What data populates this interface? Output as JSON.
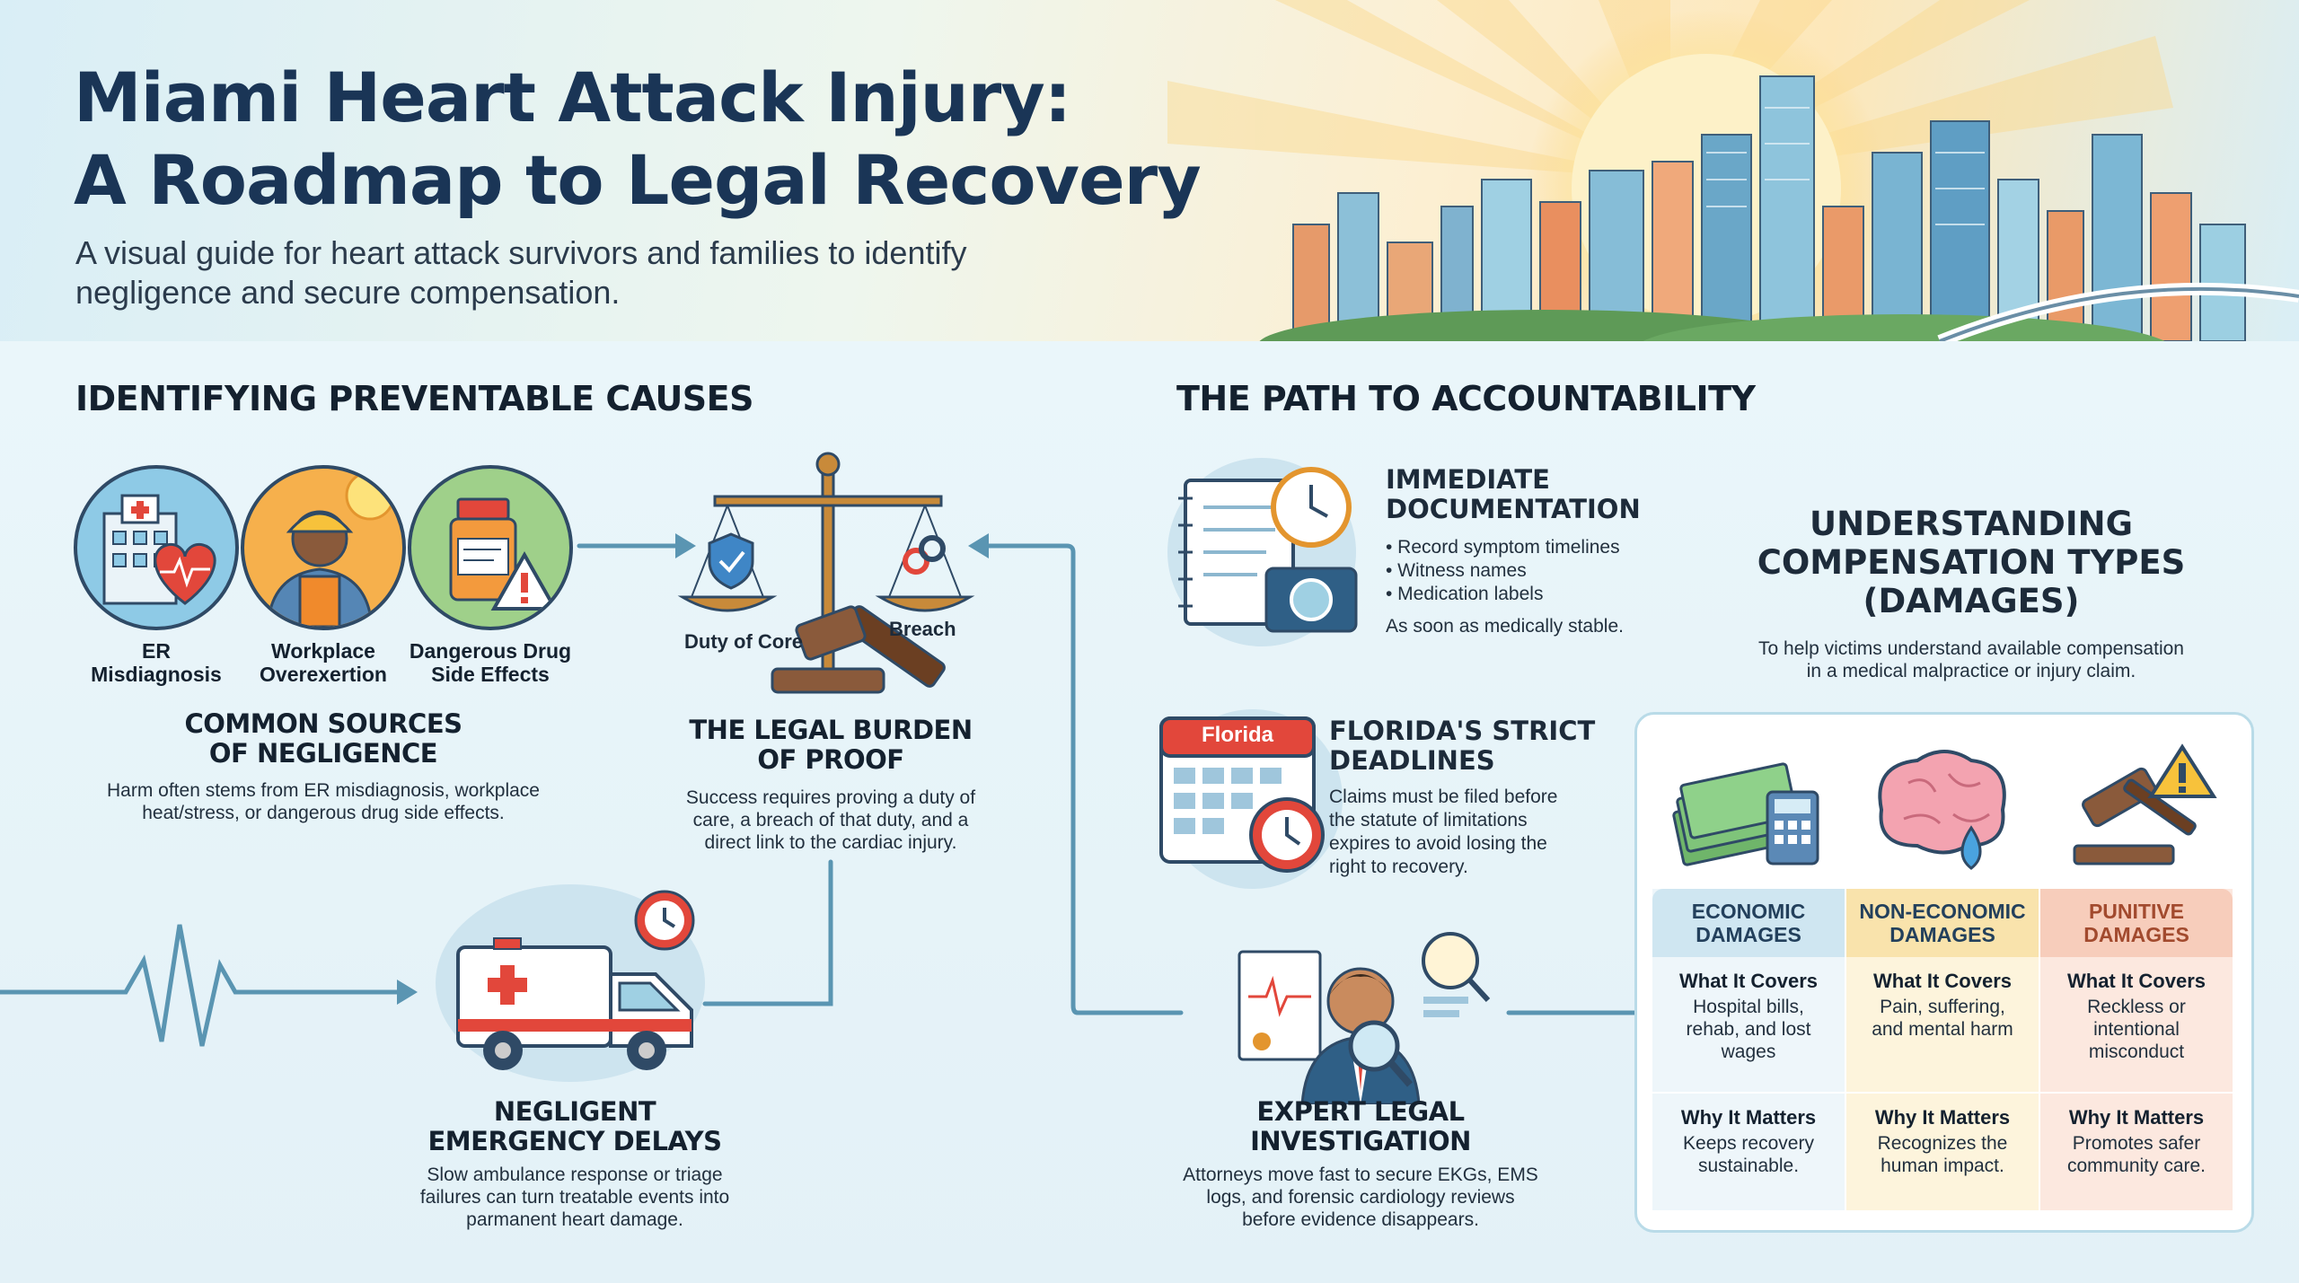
{
  "header": {
    "title_line1": "Miami Heart Attack Injury:",
    "title_line2": "A Roadmap to Legal Recovery",
    "subtitle_line1": "A visual guide for heart attack survivors and families to identify",
    "subtitle_line2": "negligence and secure compensation."
  },
  "left": {
    "heading": "IDENTIFYING PREVENTABLE CAUSES",
    "icons": [
      {
        "label_line1": "ER",
        "label_line2": "Misdiagnosis",
        "icon": "hospital-heart-icon"
      },
      {
        "label_line1": "Workplace",
        "label_line2": "Overexertion",
        "icon": "worker-sun-icon"
      },
      {
        "label_line1": "Dangerous Drug",
        "label_line2": "Side Effects",
        "icon": "pill-bottle-warning-icon"
      }
    ],
    "sources": {
      "title_line1": "COMMON SOURCES",
      "title_line2": "OF NEGLIGENCE",
      "text_line1": "Harm often stems from ER misdiagnosis, workplace",
      "text_line2": "heat/stress, or dangerous drug side effects."
    },
    "scale": {
      "left_label": "Duty of Core",
      "right_label": "Breach",
      "title_line1": "THE LEGAL BURDEN",
      "title_line2": "OF PROOF",
      "text_line1": "Success requires proving a duty of",
      "text_line2": "care, a breach of that duty, and a",
      "text_line3": "direct link to the cardiac injury."
    },
    "delays": {
      "title_line1": "NEGLIGENT",
      "title_line2": "EMERGENCY DELAYS",
      "text_line1": "Slow ambulance response or triage",
      "text_line2": "failures can turn treatable events into",
      "text_line3": "parmanent heart damage."
    }
  },
  "right": {
    "heading": "THE PATH TO ACCOUNTABILITY",
    "documentation": {
      "title_line1": "IMMEDIATE",
      "title_line2": "DOCUMENTATION",
      "bullets": [
        "• Record symptom timelines",
        "• Witness names",
        "• Medication labels"
      ],
      "note": "As soon as medically stable."
    },
    "deadlines": {
      "calendar_label": "Florida",
      "title_line1": "FLORIDA'S STRICT",
      "title_line2": "DEADLINES",
      "text_line1": "Claims must be filed before",
      "text_line2": "the statute of limitations",
      "text_line3": "expires to avoid losing the",
      "text_line4": "right to recovery."
    },
    "investigation": {
      "title_line1": "EXPERT LEGAL",
      "title_line2": "INVESTIGATION",
      "text_line1": "Attorneys move fast to secure EKGs, EMS",
      "text_line2": "logs, and forensic cardiology reviews",
      "text_line3": "before evidence disappears."
    },
    "damages": {
      "title_line1": "UNDERSTANDING",
      "title_line2": "COMPENSATION TYPES",
      "title_line3": "(DAMAGES)",
      "intro_line1": "To help victims understand available compensation",
      "intro_line2": "in a medical malpractice or injury claim.",
      "columns": [
        {
          "head_line1": "ECONOMIC",
          "head_line2": "DAMAGES",
          "covers_label": "What It Covers",
          "covers_line1": "Hospital bills,",
          "covers_line2": "rehab, and lost",
          "covers_line3": "wages",
          "why_label": "Why It Matters",
          "why_line1": "Keeps recovery",
          "why_line2": "sustainable.",
          "color": "#cfe6f1"
        },
        {
          "head_line1": "NON-ECONOMIC",
          "head_line2": "DAMAGES",
          "covers_label": "What It Covers",
          "covers_line1": "Pain, suffering,",
          "covers_line2": "and mental harm",
          "covers_line3": "",
          "why_label": "Why It Matters",
          "why_line1": "Recognizes the",
          "why_line2": "human impact.",
          "color": "#f9e3ac"
        },
        {
          "head_line1": "PUNITIVE",
          "head_line2": "DAMAGES",
          "covers_label": "What It Covers",
          "covers_line1": "Reckless or",
          "covers_line2": "intentional",
          "covers_line3": "misconduct",
          "why_label": "Why It Matters",
          "why_line1": "Promotes safer",
          "why_line2": "community care.",
          "color": "#f7cdbb"
        }
      ]
    }
  },
  "colors": {
    "accent": "#5a95b2",
    "title": "#1a3556",
    "navy": "#2f4a66"
  }
}
